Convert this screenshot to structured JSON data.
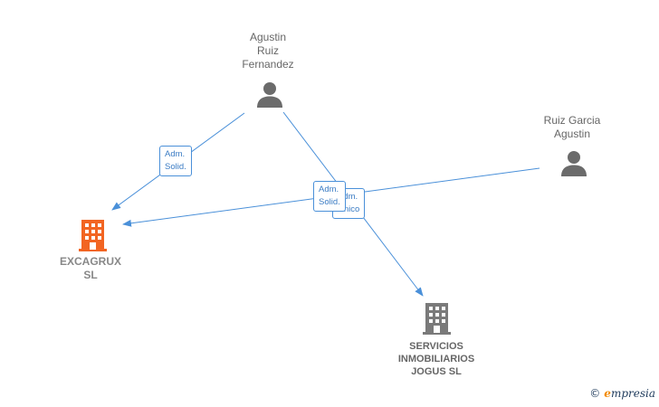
{
  "people": {
    "agustin_ruiz_fernandez": {
      "lines": [
        "Agustin",
        "Ruiz",
        "Fernandez"
      ],
      "icon": "person-icon"
    },
    "ruiz_garcia_agustin": {
      "lines": [
        "Ruiz Garcia",
        "Agustin"
      ],
      "icon": "person-icon"
    }
  },
  "companies": {
    "excagrux": {
      "lines": [
        "EXCAGRUX",
        "SL"
      ],
      "icon": "building-icon",
      "color": "#f26522"
    },
    "servicios": {
      "lines": [
        "SERVICIOS",
        "INMOBILIARIOS",
        "JOGUS SL"
      ],
      "icon": "building-icon",
      "color": "#7a7a7a"
    }
  },
  "edges": {
    "e1": {
      "lines": [
        "Adm.",
        "Solid."
      ]
    },
    "e2": {
      "lines": [
        "Adm.",
        "Solid."
      ]
    },
    "e3": {
      "lines": [
        "Adm.",
        "Unico"
      ]
    }
  },
  "colors": {
    "edge": "#4a90d9",
    "person": "#6b6b6b",
    "label": "#666666"
  },
  "brand": {
    "copyright": "©",
    "initial": "e",
    "name": "mpresia"
  }
}
